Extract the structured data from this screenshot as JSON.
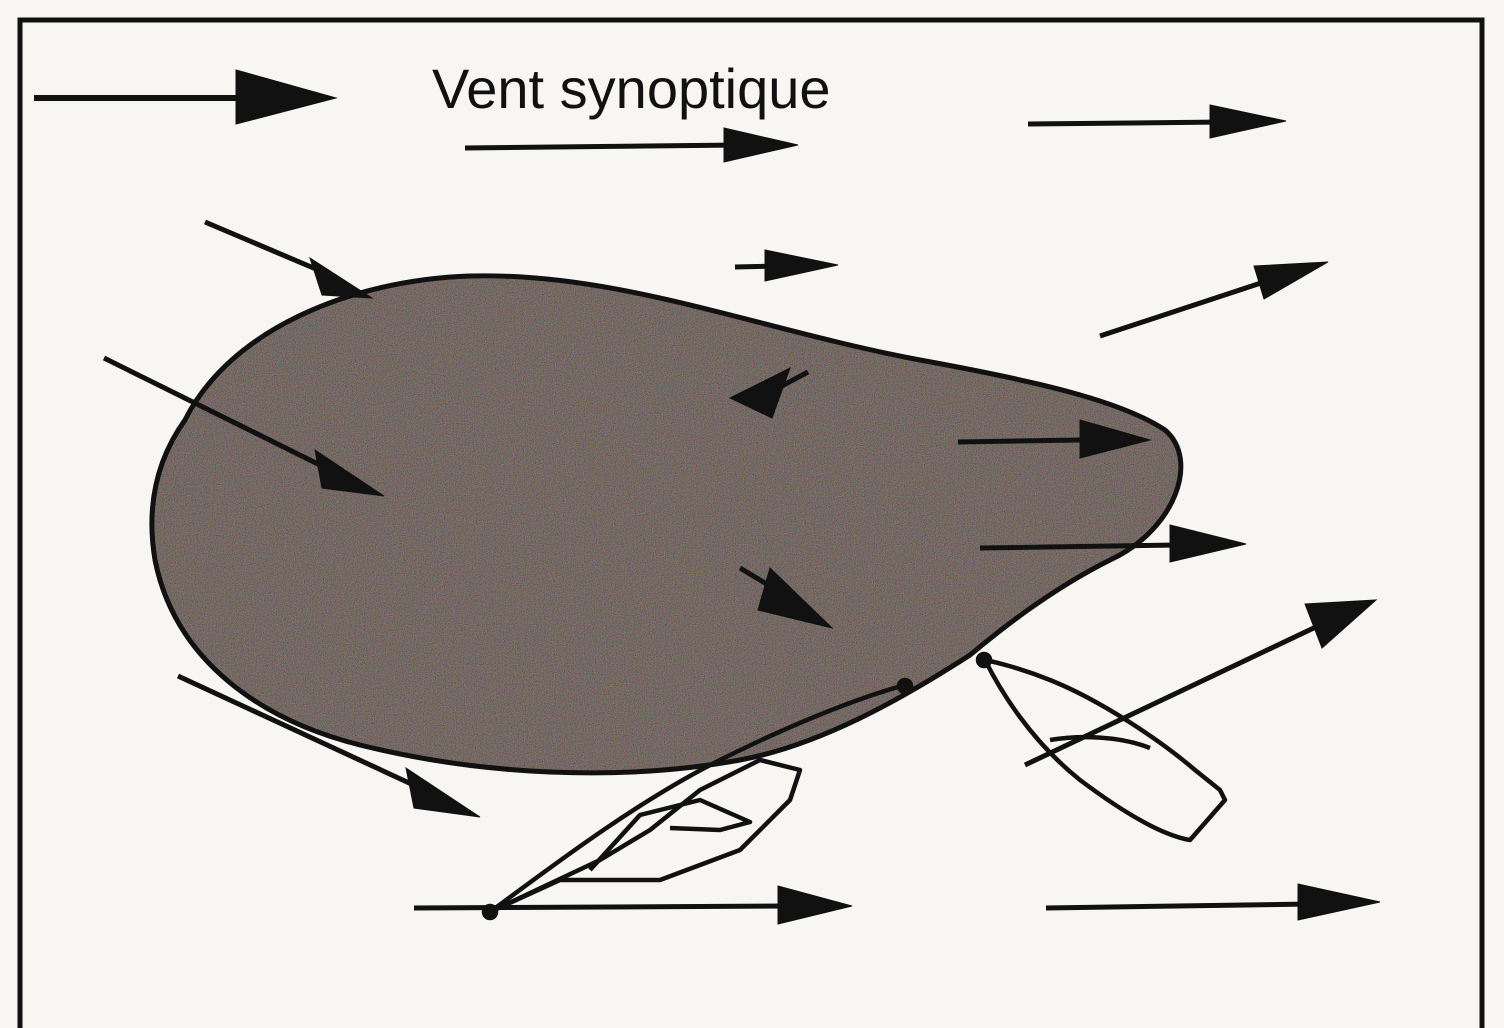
{
  "figure": {
    "caption": "Vent synoptique"
  },
  "colors": {
    "ink": "#111111",
    "paper": "#f7f6f2",
    "shading": "#9a9184"
  },
  "arrows": [
    "synoptic-wind-arrow",
    "inflow-arrow",
    "internal-arrow",
    "outflow-arrow",
    "deflected-wind-arrow"
  ]
}
